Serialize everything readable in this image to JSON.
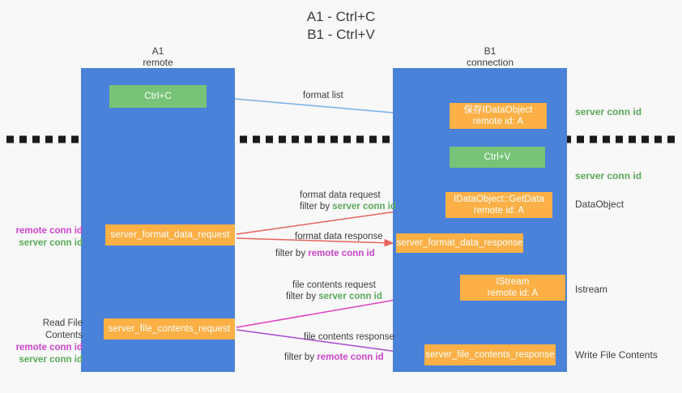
{
  "title": "A1 - Ctrl+C\nB1 - Ctrl+V",
  "columns": [
    {
      "name": "A1",
      "sub": "remote",
      "label": "A1\nremote"
    },
    {
      "name": "B1",
      "sub": "connection",
      "label": "B1\nconnection"
    }
  ],
  "boxes": {
    "ctrl_c": "Ctrl+C",
    "idataobject": "保存IDataObject\nremote id: A",
    "ctrl_v": "Ctrl+V",
    "getdata": "IDataObject::GetData\nremote id: A",
    "server_format_data_request": "server_format_data_request",
    "server_format_data_response": "server_format_data_response",
    "istream": "IStream\nremote id: A",
    "server_file_contents_request": "server_file_contents_request",
    "server_file_contents_response": "server_file_contents_response"
  },
  "side_labels": {
    "server_conn_id_1": "server conn id",
    "server_conn_id_2": "server conn id",
    "dataobject": "DataObject",
    "istream": "Istream",
    "write_file_contents": "Write File Contents"
  },
  "left_labels": {
    "format": {
      "remote": "remote conn id",
      "server": "server conn id"
    },
    "file": {
      "heading": "Read File Contents",
      "remote": "remote conn id",
      "server": "server conn id"
    }
  },
  "captions": {
    "format_list": "format list",
    "format_data_request": "format data request",
    "format_data_request_filter_prefix": "filter by ",
    "format_data_request_filter_value": "server conn id",
    "format_data_response": "format data response",
    "format_data_response_filter_prefix": "filter by ",
    "format_data_response_filter_value": "remote conn id",
    "file_contents_request": "file contents request",
    "file_contents_request_filter_prefix": "filter by ",
    "file_contents_request_filter_value": "server conn id",
    "file_contents_response": "file contents response",
    "file_contents_response_filter_prefix": "filter by ",
    "file_contents_response_filter_value": "remote conn id"
  },
  "colors": {
    "lane_blue": "#4a81d9",
    "box_green": "#77c377",
    "box_orange": "#fcb045",
    "server_conn_green": "#5aa95a",
    "remote_conn_magenta": "#cc44cc",
    "arrow_light_blue": "#7fb2e8",
    "arrow_red": "#e8635c",
    "arrow_magenta": "#e040c0",
    "arrow_purple": "#a64ad0",
    "arrow_black": "#000000",
    "divider_dashed": "#1a1a1a",
    "background": "#f8f8f8"
  }
}
